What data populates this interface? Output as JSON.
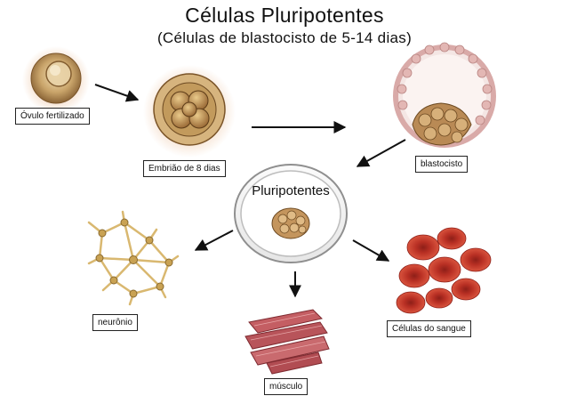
{
  "title": "Células Pluripotentes",
  "subtitle": "(Células de blastocisto de 5-14 dias)",
  "nodes": {
    "ovulo": {
      "label": "Óvulo fertilizado",
      "icon": "fertilized-egg-icon"
    },
    "embriao": {
      "label": "Embrião de 8 dias",
      "icon": "eight-cell-embryo-icon"
    },
    "blastocisto": {
      "label": "blastocisto",
      "icon": "blastocyst-icon"
    },
    "pluripotentes": {
      "label": "Pluripotentes",
      "icon": "petri-dish-icon"
    },
    "neuronio": {
      "label": "neurônio",
      "icon": "neuron-network-icon"
    },
    "musculo": {
      "label": "músculo",
      "icon": "muscle-fibers-icon"
    },
    "sangue": {
      "label": "Células do sangue",
      "icon": "red-blood-cells-icon"
    }
  },
  "colors": {
    "egg": "#c9a46a",
    "blastocyst_wall": "#e8c9c9",
    "neuron": "#d9b870",
    "muscle": "#b8545a",
    "blood": "#c9392b",
    "arrow": "#111111"
  }
}
